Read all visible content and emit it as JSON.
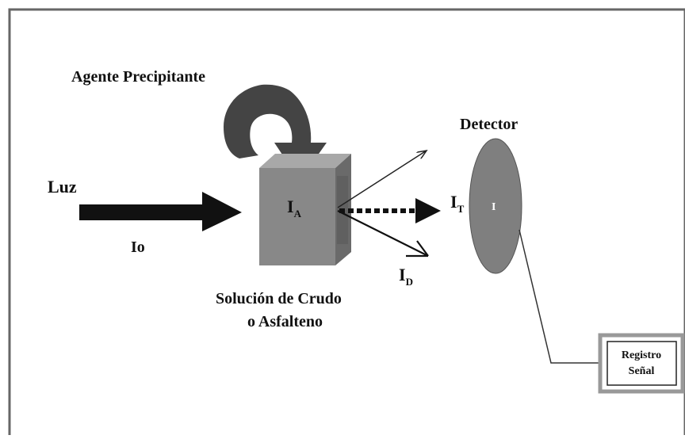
{
  "labels": {
    "agent": "Agente Precipitante",
    "light": "Luz",
    "i0": "Io",
    "ia_main": "I",
    "ia_sub": "A",
    "solution_line1": "Solución de Crudo",
    "solution_line2": "o Asfalteno",
    "detector": "Detector",
    "it_main": "I",
    "it_sub": "T",
    "id_main": "I",
    "id_sub": "D",
    "detector_mark": "I",
    "register_line1": "Registro",
    "register_line2": "Señal"
  },
  "colors": {
    "frame": "#666666",
    "arrow_dark": "#111111",
    "curved_arrow": "#444444",
    "cube_front": "#888888",
    "cube_top": "#a8a8a8",
    "cube_side": "#6a6a6a",
    "detector_fill": "#7f7f7f"
  }
}
